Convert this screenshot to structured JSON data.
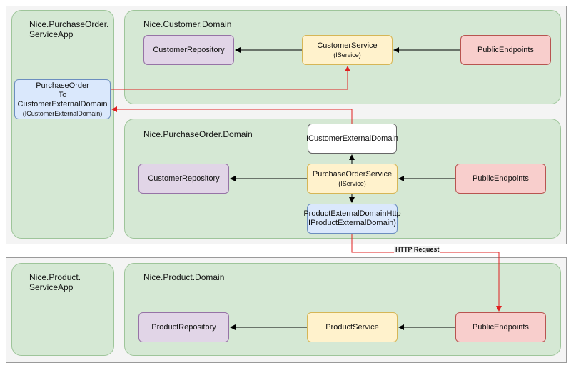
{
  "top_group": {
    "service_app_title": "Nice.PurchaseOrder.\nServiceApp",
    "adapter": {
      "lines": [
        "PurchaseOrder",
        "To",
        "CustomerExternalDomain"
      ],
      "interface": "(ICustomerExternalDomain)"
    },
    "customer_domain": {
      "title": "Nice.Customer.Domain",
      "repository": "CustomerRepository",
      "service": "CustomerService",
      "service_interface": "(IService)",
      "endpoints": "PublicEndpoints"
    },
    "purchase_order_domain": {
      "title": "Nice.PurchaseOrder.Domain",
      "external_interface": "ICustomerExternalDomain",
      "repository": "CustomerRepository",
      "service": "PurchaseOrderService",
      "service_interface": "(IService)",
      "endpoints": "PublicEndpoints",
      "product_http": "ProductExternalDomainHttp",
      "product_http_interface": "IProductExternalDomain)"
    }
  },
  "bottom_group": {
    "service_app_title": "Nice.Product.\nServiceApp",
    "product_domain": {
      "title": "Nice.Product.Domain",
      "repository": "ProductRepository",
      "service": "ProductService",
      "endpoints": "PublicEndpoints"
    }
  },
  "edges": {
    "http_request_label": "HTTP Request"
  },
  "colors": {
    "zone_fill": "#d5e8d4",
    "repository_fill": "#e1d5e7",
    "service_fill": "#fff2cc",
    "endpoints_fill": "#f8cecc",
    "adapter_fill": "#dae8fc",
    "red_edge": "#e02020",
    "black_edge": "#000000"
  }
}
